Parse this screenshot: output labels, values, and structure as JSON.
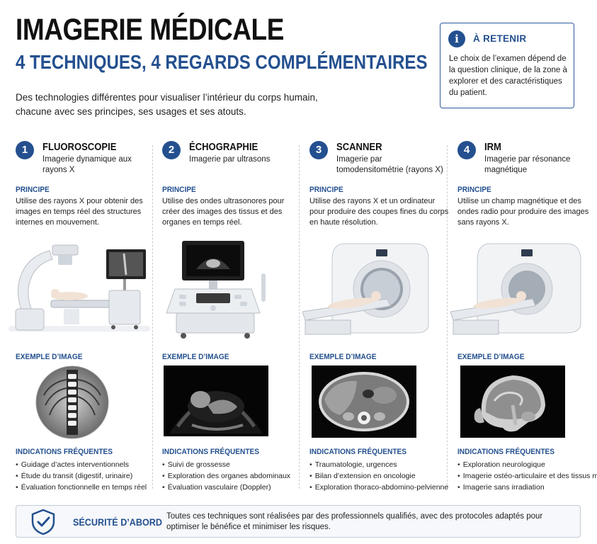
{
  "header": {
    "title": "IMAGERIE MÉDICALE",
    "subtitle": "4 TECHNIQUES, 4 REGARDS COMPLÉMENTAIRES",
    "intro": "Des technologies différentes pour visualiser l’intérieur du corps humain, chacune avec ses principes, ses usages et ses atouts."
  },
  "retenir": {
    "icon": "info-icon",
    "title": "À RETENIR",
    "text": "Le choix de l’examen dépend de la question clinique, de la zone à explorer et des caractéristiques du patient."
  },
  "labels": {
    "principe": "PRINCIPE",
    "exemple": "EXEMPLE D’IMAGE",
    "indications": "INDICATIONS FRÉQUENTES"
  },
  "techniques": [
    {
      "number": "1",
      "name": "FLUOROSCOPIE",
      "subtitle": "Imagerie dynamique aux rayons X",
      "principe": "Utilise des rayons X pour obtenir des images en temps réel des structures internes en mouvement.",
      "indications": [
        "Guidage d’actes interventionnels",
        "Étude du transit (digestif, urinaire)",
        "Évaluation fonctionnelle en temps réel"
      ]
    },
    {
      "number": "2",
      "name": "ÉCHOGRAPHIE",
      "subtitle": "Imagerie par ultrasons",
      "principe": "Utilise des ondes ultrasonores pour créer des images des tissus et des organes en temps réel.",
      "indications": [
        "Suivi de grossesse",
        "Exploration des organes abdominaux",
        "Évaluation vasculaire (Doppler)"
      ]
    },
    {
      "number": "3",
      "name": "SCANNER",
      "subtitle": "Imagerie par tomodensitométrie (rayons X)",
      "principe": "Utilise des rayons X et un ordinateur pour produire des coupes fines du corps en haute résolution.",
      "indications": [
        "Traumatologie, urgences",
        "Bilan d’extension en oncologie",
        "Exploration thoraco-abdomino-pelvienne"
      ]
    },
    {
      "number": "4",
      "name": "IRM",
      "subtitle": "Imagerie par résonance magnétique",
      "principe": "Utilise un champ magnétique et des ondes radio pour produire des images sans rayons X.",
      "indications": [
        "Exploration neurologique",
        "Imagerie ostéo-articulaire et des tissus mous",
        "Imagerie sans irradiation"
      ]
    }
  ],
  "security": {
    "icon": "shield-check-icon",
    "label": "SÉCURITÉ D’ABORD",
    "text": "Toutes ces techniques sont réalisées par des professionnels qualifiés, avec des protocoles adaptés pour optimiser le bénéfice et minimiser les risques."
  },
  "colors": {
    "accent": "#24508f",
    "text": "#111111",
    "separator": "#c9ced6"
  }
}
